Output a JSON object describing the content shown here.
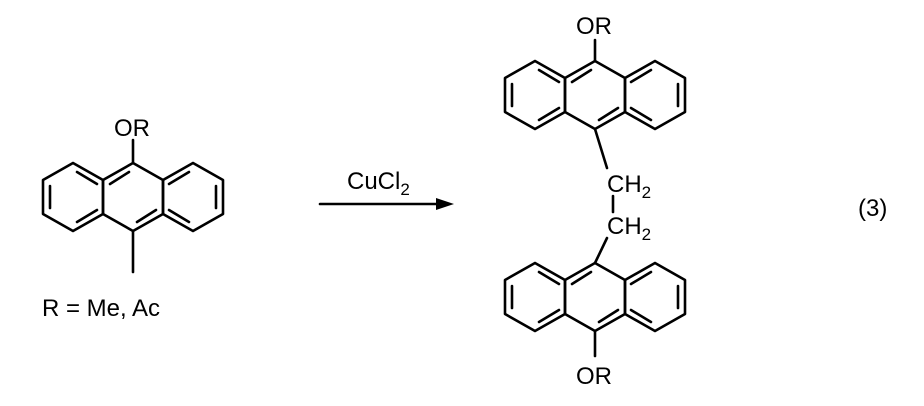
{
  "reactant": {
    "substituent_label": "OR",
    "r_definition": "R = Me, Ac"
  },
  "reagent": {
    "label_main": "CuCl",
    "label_subscript": "2"
  },
  "product": {
    "top_substituent_label": "OR",
    "bottom_substituent_label": "OR",
    "linker_upper_main": "CH",
    "linker_upper_subscript": "2",
    "linker_lower_main": "CH",
    "linker_lower_subscript": "2"
  },
  "equation_number": "(3)"
}
